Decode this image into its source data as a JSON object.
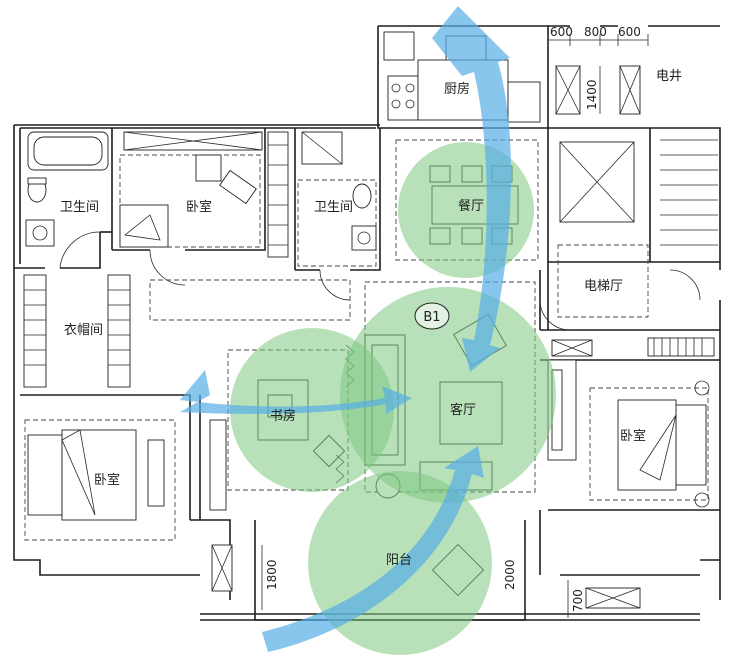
{
  "rooms": {
    "kitchen": "厨房",
    "dining": "餐厅",
    "bath_left": "卫生间",
    "bedroom_top": "卧室",
    "bath_mid": "卫生间",
    "wardrobe": "衣帽间",
    "living": "客厅",
    "study": "书房",
    "elevator_hall": "电梯厅",
    "electric_shaft": "电井",
    "bedroom_left": "卧室",
    "bedroom_right": "卧室",
    "balcony": "阳台"
  },
  "unit_tag": "B1",
  "dimensions": {
    "d600a": "600",
    "d800": "800",
    "d600b": "600",
    "d1400": "1400",
    "d1800": "1800",
    "d2000": "2000",
    "d700": "700"
  },
  "colors": {
    "zone_green": "#7dc982",
    "flow_blue": "#56aee6",
    "wall": "#1e1e1e"
  }
}
